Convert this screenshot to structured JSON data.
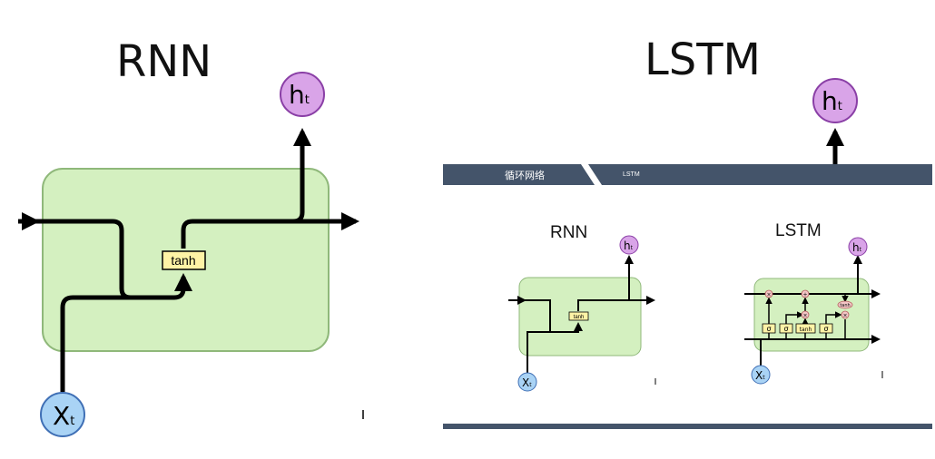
{
  "rnn": {
    "title": "RNN",
    "gate_label": "tanh",
    "input_label": "X",
    "input_sub": "t",
    "output_label": "h",
    "output_sub": "t"
  },
  "lstm": {
    "title": "LSTM",
    "output_label": "h",
    "output_sub": "t"
  },
  "slide": {
    "header_tab": "循环网络",
    "header_sub": "LSTM",
    "rnn_title": "RNN",
    "lstm_title": "LSTM",
    "rnn_gate_label": "tanh",
    "lstm_gates": [
      "σ",
      "σ",
      "tanh",
      "σ"
    ],
    "lstm_tanh_label": "tanh",
    "lstm_ops": [
      "×",
      "+",
      "×",
      "×"
    ]
  },
  "colors": {
    "cell_fill": "#d4f0c0",
    "cell_stroke": "#8fb87a",
    "input_node": "#a9d3f5",
    "output_node": "#d9a4e8",
    "gate_fill": "#fff3a6",
    "bar": "#44546a"
  }
}
